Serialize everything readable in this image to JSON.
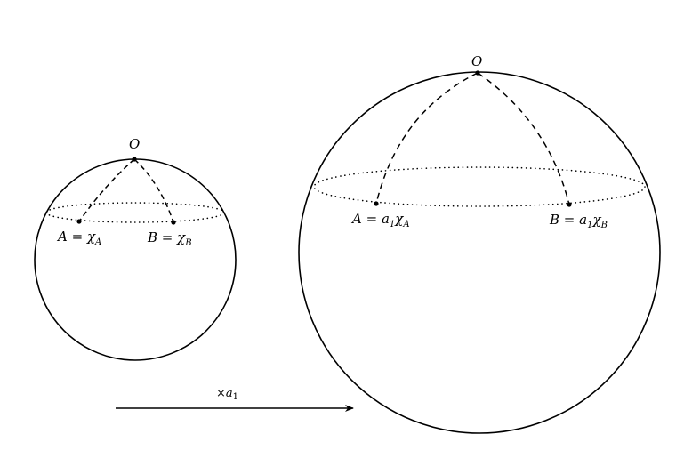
{
  "small_sphere": {
    "top_label": "O",
    "point_a": {
      "name": "A",
      "eq": " = ",
      "value": "χ",
      "sub": "A"
    },
    "point_b": {
      "name": "B",
      "eq": " = ",
      "value": "χ",
      "sub": "B"
    }
  },
  "large_sphere": {
    "top_label": "O",
    "point_a": {
      "name": "A",
      "eq": " = ",
      "value": "a",
      "value_sub": "1",
      "value2": "χ",
      "sub": "A"
    },
    "point_b": {
      "name": "B",
      "eq": " = ",
      "value": "a",
      "value_sub": "1",
      "value2": "χ",
      "sub": "B"
    }
  },
  "scale_arrow": {
    "times": "×",
    "factor": "a",
    "factor_sub": "1"
  },
  "colors": {
    "stroke": "#000000",
    "background": "#ffffff"
  }
}
